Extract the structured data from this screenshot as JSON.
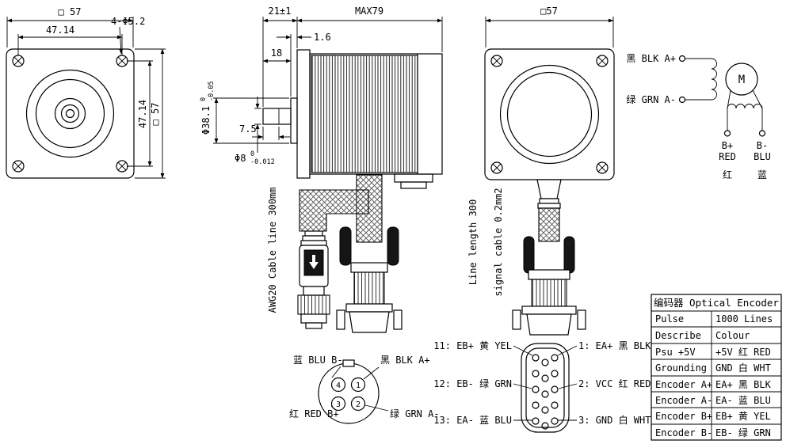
{
  "front_view": {
    "dim_width": "□ 57",
    "dim_hole_spacing_h": "47.14",
    "dim_holes": "4-Φ5.2",
    "dim_hole_spacing_v": "47.14",
    "dim_height": "□ 57"
  },
  "side_view": {
    "dim_shaft_len": "21±1",
    "dim_body_len": "MAX79",
    "dim_boss_step": "1.6",
    "dim_shaft_flat": "18",
    "dim_boss_dia": "Φ38.1",
    "tol_boss_hi": "0",
    "tol_boss_lo": "-0.05",
    "dim_key": "7.5",
    "dim_shaft_dia": "Φ8",
    "tol_shaft_hi": "0",
    "tol_shaft_lo": "-0.012",
    "cable_label": "AWG20 Cable line 300mm"
  },
  "rear_view": {
    "dim_width": "□57",
    "cable_label_1": "Line length 300",
    "cable_label_2": "signal cable 0.2mm2"
  },
  "winding_diagram": {
    "phase_a_plus": "黑 BLK A+",
    "phase_a_minus": "绿 GRN A-",
    "motor_symbol": "M",
    "b_plus": "B+",
    "b_plus_color": "RED",
    "b_plus_cn": "红",
    "b_minus": "B-",
    "b_minus_color": "BLU",
    "b_minus_cn": "蓝"
  },
  "power_connector": {
    "pin_top_left": "4",
    "pin_top_right": "1",
    "pin_bottom_left": "3",
    "pin_bottom_right": "2",
    "label_top_left": "蓝 BLU B-",
    "label_top_right": "黑 BLK A+",
    "label_bottom_left": "红 RED B+",
    "label_bottom_right": "绿 GRN A-"
  },
  "encoder_connector": {
    "left_labels": [
      "11: EB+ 黄 YEL",
      "12: EB- 绿 GRN",
      "13: EA- 蓝 BLU"
    ],
    "right_labels": [
      "1: EA+ 黑 BLK",
      "2: VCC 红 RED",
      "3: GND 白 WHT"
    ]
  },
  "encoder_table": {
    "title": "编码器 Optical Encoder",
    "rows": [
      {
        "label": "Pulse",
        "value": "1000 Lines"
      },
      {
        "label": "Describe",
        "value": "Colour"
      },
      {
        "label": "Psu +5V",
        "value": "+5V 红 RED"
      },
      {
        "label": "Grounding",
        "value": "GND 白 WHT"
      },
      {
        "label": "Encoder A+",
        "value": "EA+ 黑 BLK"
      },
      {
        "label": "Encoder A-",
        "value": "EA- 蓝 BLU"
      },
      {
        "label": "Encoder B+",
        "value": "EB+ 黄 YEL"
      },
      {
        "label": "Encoder B-",
        "value": "EB- 绿 GRN"
      }
    ]
  }
}
